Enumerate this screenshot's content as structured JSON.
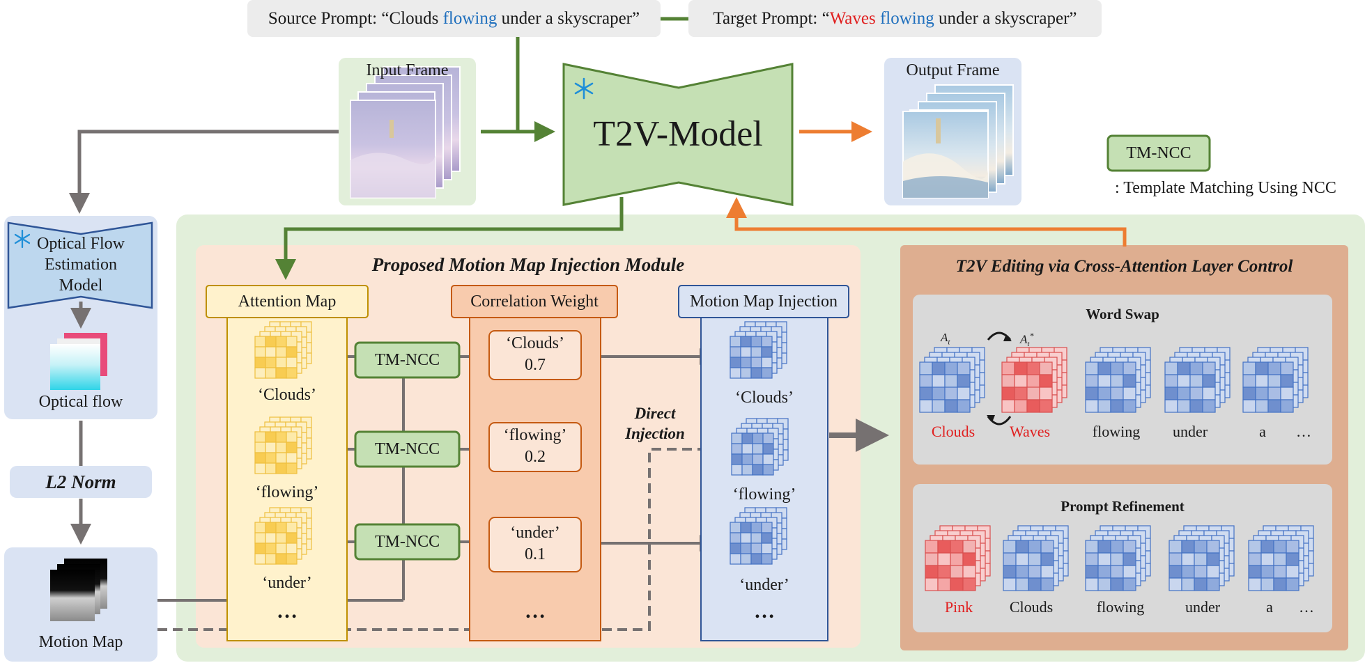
{
  "prompts": {
    "source_prefix": "Source Prompt: “Clouds ",
    "source_blue": "flowing",
    "source_suffix": " under a skyscraper”",
    "target_prefix": "Target Prompt: “",
    "target_red": "Waves",
    "target_space": " ",
    "target_blue": "flowing",
    "target_suffix": " under a skyscraper”"
  },
  "frames": {
    "input": "Input Frame",
    "output": "Output Frame"
  },
  "model": {
    "label": "T2V-Model"
  },
  "legend": {
    "box": "TM-NCC",
    "text": ": Template Matching Using NCC"
  },
  "optical": {
    "model": "Optical Flow Estimation Model",
    "flow": "Optical flow",
    "norm": "L2 Norm",
    "motion": "Motion Map"
  },
  "module": {
    "title": "Proposed Motion Map Injection Module",
    "attention": "Attention Map",
    "correlation": "Correlation Weight",
    "injection": "Motion Map Injection",
    "direct": "Direct Injection",
    "tmncc": "TM-NCC",
    "ellipsis": "…",
    "rows": [
      {
        "word": "‘Clouds’",
        "weight_word": "‘Clouds’",
        "weight": "0.7"
      },
      {
        "word": "‘flowing’",
        "weight_word": "‘flowing’",
        "weight": "0.2"
      },
      {
        "word": "‘under’",
        "weight_word": "‘under’",
        "weight": "0.1"
      }
    ]
  },
  "editing": {
    "title": "T2V Editing via Cross-Attention Layer Control",
    "swap": {
      "title": "Word Swap",
      "at": "A",
      "at_sub": "t",
      "at_star": "*",
      "words": [
        "Clouds",
        "Waves",
        "flowing",
        "under",
        "a",
        "…"
      ]
    },
    "refine": {
      "title": "Prompt Refinement",
      "words": [
        "Pink",
        "Clouds",
        "flowing",
        "under",
        "a",
        "…"
      ]
    }
  },
  "colors": {
    "green": "#548235",
    "orange": "#ed7d31",
    "gray": "#767171",
    "blue_word": "#1f6fbd",
    "red_word": "#e02020"
  }
}
